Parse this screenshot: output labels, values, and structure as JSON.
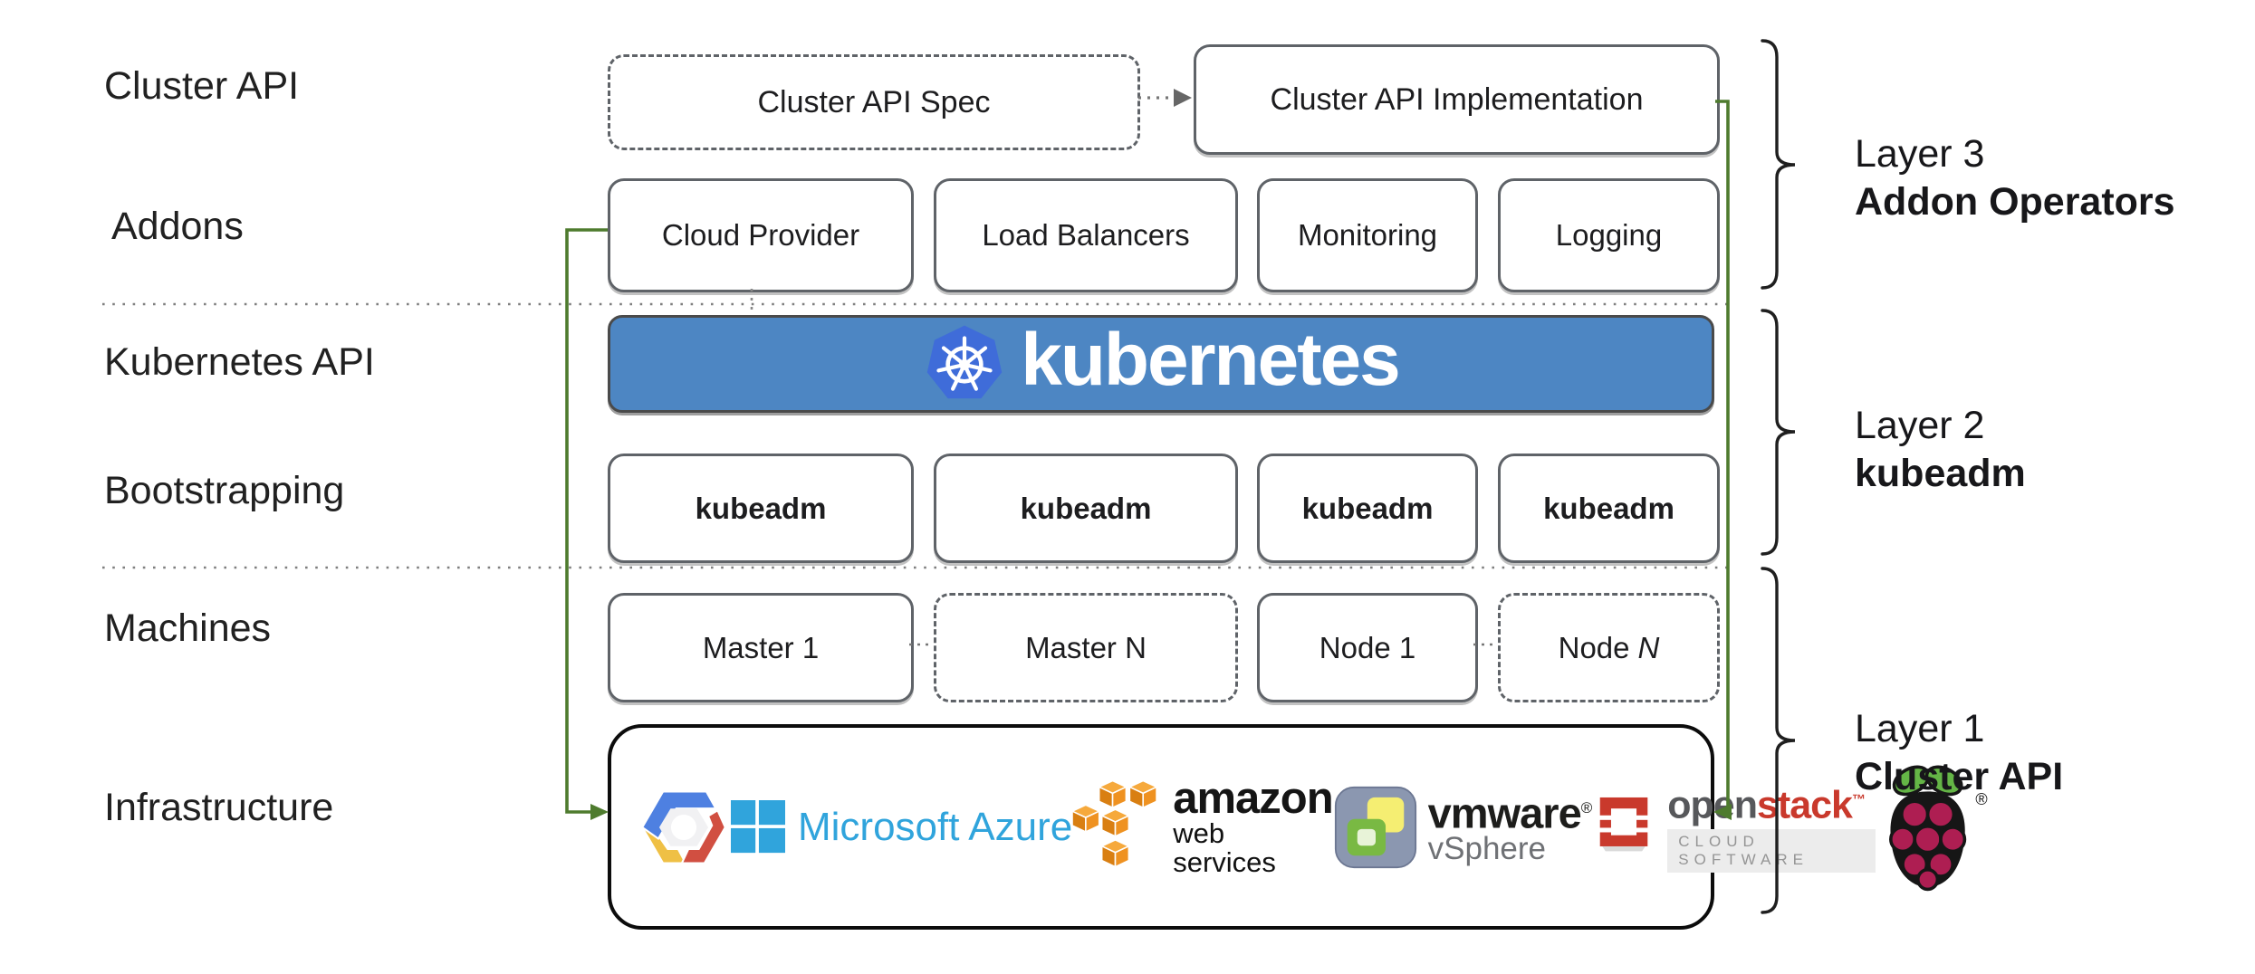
{
  "diagram": {
    "row_labels": {
      "cluster_api": "Cluster API",
      "addons": "Addons",
      "kubernetes_api": "Kubernetes API",
      "bootstrapping": "Bootstrapping",
      "machines": "Machines",
      "infrastructure": "Infrastructure"
    },
    "cluster_api_row": {
      "spec": "Cluster API Spec",
      "implementation": "Cluster API Implementation"
    },
    "addons": [
      "Cloud Provider",
      "Load Balancers",
      "Monitoring",
      "Logging"
    ],
    "kubernetes_bar": {
      "label": "kubernetes",
      "logo_icon": "kubernetes-helm-wheel-icon"
    },
    "bootstrapping": [
      "kubeadm",
      "kubeadm",
      "kubeadm",
      "kubeadm"
    ],
    "machines": [
      {
        "label": "Master 1"
      },
      {
        "label": "Master N"
      },
      {
        "label": "Node 1"
      },
      {
        "label": "Node",
        "italic_n": "N"
      }
    ],
    "layers": [
      {
        "name": "Layer 3",
        "title": "Addon Operators"
      },
      {
        "name": "Layer 2",
        "title": "kubeadm"
      },
      {
        "name": "Layer 1",
        "title": "Cluster API"
      }
    ],
    "infrastructure_logos": {
      "providers": [
        "google-cloud-logo",
        "microsoft-azure-logo",
        "aws-logo",
        "vmware-vsphere-logo",
        "openstack-logo",
        "raspberry-pi-logo"
      ],
      "azure_text": "Microsoft Azure",
      "aws_text": "amazon",
      "aws_sub": "web services",
      "vmware_text": "vmware",
      "vmware_reg": "®",
      "vmware_sub": "vSphere",
      "openstack_open": "open",
      "openstack_stack": "stack",
      "openstack_tm": "™",
      "openstack_sub": "CLOUD SOFTWARE",
      "raspberry_reg": "®"
    },
    "colors": {
      "kubernetes_bar": "#4d86c3",
      "kubernetes_logo": "#3f6cd9",
      "connector_green": "#4e7b2e",
      "border_gray": "#5f6368",
      "dotted_gray": "#7f7f7f",
      "azure_blue": "#30a4dc",
      "aws_orange": "#ef9221",
      "gcp_blue": "#4e80e1",
      "gcp_red": "#d14f41",
      "gcp_yellow": "#efc045",
      "vmware_green": "#79b943",
      "vmware_yellow": "#f5ee72",
      "vmware_slate": "#8b97b0",
      "openstack_red": "#c9392c",
      "openstack_gray": "#57585b",
      "raspberry_red": "#ae1e52",
      "leaf_green": "#64b546"
    }
  }
}
